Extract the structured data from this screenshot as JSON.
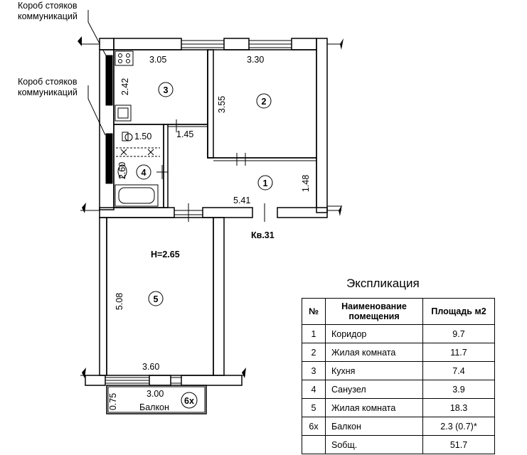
{
  "labels": {
    "riser_box_1": "Короб стояков коммуникаций",
    "riser_box_2": "Короб стояков коммуникаций",
    "apartment": "Кв.31",
    "ceiling_height": "H=2.65",
    "balcony": "Балкон"
  },
  "dimensions": {
    "room3_width": "3.05",
    "room2_width": "3.30",
    "room3_depth": "2.42",
    "room2_depth": "3.55",
    "bath_width_top": "1.50",
    "bath_width": "1.45",
    "bath_depth": "2.60",
    "corridor_length": "5.41",
    "corridor_depth": "1.48",
    "room5_depth": "5.08",
    "room5_width": "3.60",
    "balcony_length": "3.00",
    "balcony_depth": "0.75"
  },
  "room_numbers": [
    "1",
    "2",
    "3",
    "4",
    "5",
    "6х"
  ],
  "explication": {
    "title": "Экспликация",
    "headers": [
      "№",
      "Наименование помещения",
      "Площадь м2"
    ],
    "rows": [
      {
        "no": "1",
        "name": "Коридор",
        "area": "9.7"
      },
      {
        "no": "2",
        "name": "Жилая комната",
        "area": "11.7"
      },
      {
        "no": "3",
        "name": "Кухня",
        "area": "7.4"
      },
      {
        "no": "4",
        "name": "Санузел",
        "area": "3.9"
      },
      {
        "no": "5",
        "name": "Жилая комната",
        "area": "18.3"
      },
      {
        "no": "6х",
        "name": "Балкон",
        "area": "2.3 (0.7)*"
      },
      {
        "no": "",
        "name": "Sобщ.",
        "area": "51.7"
      }
    ]
  }
}
